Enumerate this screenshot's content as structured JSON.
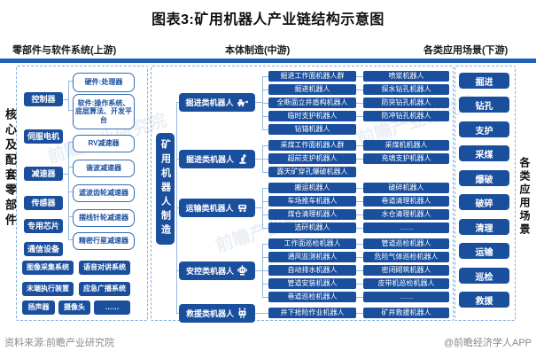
{
  "colors": {
    "box_blue": "#1a4f9e",
    "bar_blue": "#1f63b8",
    "line_blue": "#93b9e0",
    "dash_blue": "#7fb0e0",
    "footer_gray": "#8a8a8a"
  },
  "title": "图表3:矿用机器人产业链结构示意图",
  "watermark": "前瞻产业研究院",
  "headers": {
    "upstream": "零部件与软件系统(上游)",
    "midstream": "本体制造(中游)",
    "downstream": "各类应用场景(下游)"
  },
  "upstream": {
    "side_label": "核心及配套零部件",
    "components": [
      "控制器",
      "伺服电机",
      "减速器",
      "传感器",
      "专用芯片",
      "通信设备"
    ],
    "controller_details": [
      "硬件:处理器",
      "软件:操作系统、底层算法、开发平台"
    ],
    "reducer_details": [
      "RV减速器",
      "谐波减速器",
      "滤波齿轮减速器",
      "摆线针轮减速器",
      "精密行星减速器"
    ],
    "extra_components": [
      "图像采集系统",
      "语音对讲系统",
      "末端执行装置",
      "应急广播系统",
      "扬声器",
      "摄像头",
      "……"
    ]
  },
  "midstream": {
    "maker_label": "矿用机器人制造",
    "categories": [
      {
        "label": "掘进类机器人",
        "icon": "drill-truck-icon"
      },
      {
        "label": "掘进类机器人",
        "icon": "robotic-arm-icon"
      },
      {
        "label": "运输类机器人",
        "icon": "transport-cart-icon"
      },
      {
        "label": "安控类机器人",
        "icon": "security-robot-icon"
      },
      {
        "label": "救援类机器人",
        "icon": "rescue-robot-icon"
      }
    ],
    "groups": [
      {
        "col1": [
          "掘进工作面机器人群",
          "掘进机器人",
          "全断面立井盾构机器人",
          "临时支护机器人",
          "钻锚机器人"
        ],
        "col2": [
          "喷浆机器人",
          "探水钻孔机器人",
          "防突钻孔机器人",
          "防冲钻孔机器人"
        ]
      },
      {
        "col1": [
          "采煤工作面机器人群",
          "超前支护机器人",
          "露天矿穿孔爆破机器人"
        ],
        "col2": [
          "采煤机机器人",
          "充填支护机器人"
        ]
      },
      {
        "col1": [
          "搬运机器人",
          "车场推车机器人",
          "煤仓清理机器人",
          "选矸机器人"
        ],
        "col2": [
          "破碎机器人",
          "巷道清理机器人",
          "水仓清理机器人",
          "……"
        ]
      },
      {
        "col1": [
          "工作面巡检机器人",
          "通风监测机器人",
          "自动排水机器人",
          "管道安装机器人",
          "巷道巡检机器人"
        ],
        "col2": [
          "管道巡检机器人",
          "危险气体巡检机器人",
          "密闭砌筑机器人",
          "皮带机巡检机器人",
          "……"
        ]
      },
      {
        "col1": [
          "井下抢险作业机器人"
        ],
        "col2": [
          "矿井救援机器人"
        ]
      }
    ]
  },
  "downstream": {
    "side_label": "各类应用场景",
    "scenes": [
      "掘进",
      "钻孔",
      "支护",
      "采煤",
      "爆破",
      "破碎",
      "清理",
      "运输",
      "巡检",
      "救援"
    ]
  },
  "footer": {
    "source": "资料来源:前瞻产业研究院",
    "credit": "@前瞻经济学人APP"
  }
}
